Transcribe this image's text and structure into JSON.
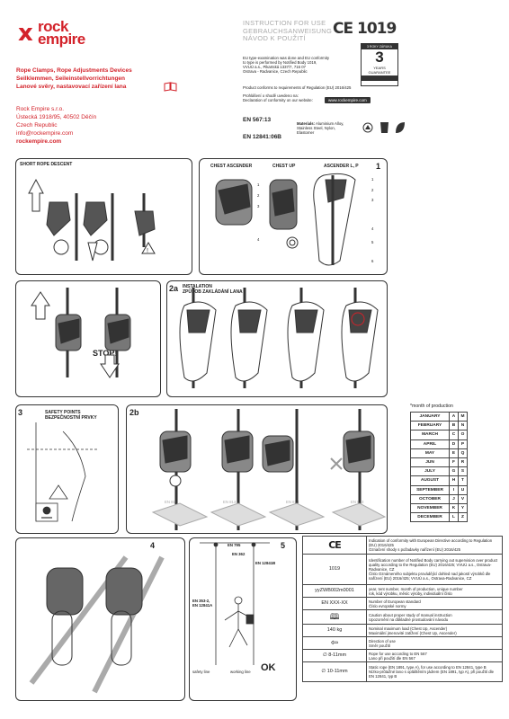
{
  "brand": {
    "logo_text_1": "rock",
    "logo_text_2": "empire",
    "logo_symbol": "x"
  },
  "header": {
    "product_line_en": "Rope Clamps, Rope Adjustments Devices",
    "product_line_de": "Seilklemmen, Seileinstellvorrichtungen",
    "product_line_cz": "Lanové svěry, nastavovací zařízení lana",
    "company": [
      "Rock Empire s.r.o.",
      "Ústecká 1918/95, 40502 Děčín",
      "Czech Republic",
      "info@rockempire.com",
      "rockempire.com"
    ]
  },
  "instructions": {
    "titles": [
      "INSTRUCTION FOR USE",
      "GEBRAUCHSANWEISUNG",
      "NÁVOD K POUŽITÍ"
    ],
    "ce_mark": "CE 1019",
    "guarantee": {
      "top": "3 ROKY ZÁRUKA",
      "number": "3",
      "years": "YEARS",
      "label": "GUARANTEE"
    },
    "eu_text": [
      "EU type-examination was done and EU conformity",
      "to type is performed by Notified Body 1019,",
      "VVUÚ a.s., Pikartská 1337/7, 716 07",
      "Ostrava - Radvanice, Czech Republic"
    ],
    "regulation": "Product conforms to requirements of Regulation (EU) 2016/425",
    "declaration": [
      "Prohlášení o shodě uvedeno na:",
      "Declaration of conformity on our website:"
    ],
    "website": "www.rockempire.com",
    "standards": [
      "EN 567:13",
      "EN 12841:06B"
    ],
    "materials_label": "Materials:",
    "materials": [
      "Aluminium Alloy,",
      "Stainless Steel, Nylon,",
      "Elastomer"
    ]
  },
  "panels": {
    "p_short": {
      "title": "SHORT ROPE DESCENT"
    },
    "p1": {
      "num": "1",
      "labels": [
        "CHEST ASCENDER",
        "CHEST UP",
        "ASCENDER L, P"
      ],
      "callouts": [
        "1",
        "2",
        "3",
        "4",
        "1",
        "2",
        "3",
        "4",
        "5",
        "6"
      ]
    },
    "p_stop": {
      "label": "STOP!"
    },
    "p2a": {
      "num": "2a",
      "title": [
        "INSTALATION",
        "ZPŮSOB ZAKLÁDÁNÍ LANA"
      ]
    },
    "p3": {
      "num": "3",
      "title": [
        "SAFETY POINTS",
        "BEZPEČNOSTNÍ PRVKY"
      ]
    },
    "p2b": {
      "num": "2b",
      "en813": [
        "EN 813",
        "EN 813",
        "EN 813",
        "EN 813"
      ]
    },
    "p4": {
      "num": "4"
    },
    "p5": {
      "num": "5",
      "labels": [
        "EN 795",
        "EN 362",
        "EN 12841B",
        "EN 353-2, EN 12841A"
      ],
      "safety_line": "safety line",
      "working_line": "working line",
      "ok": "OK"
    }
  },
  "month_table": {
    "title": "*month of production",
    "rows": [
      [
        "JANUARY",
        "A",
        "M"
      ],
      [
        "FEBRUARY",
        "B",
        "N"
      ],
      [
        "MARCH",
        "C",
        "O"
      ],
      [
        "APRIL",
        "D",
        "P"
      ],
      [
        "MAY",
        "E",
        "Q"
      ],
      [
        "JUN",
        "F",
        "R"
      ],
      [
        "JULY",
        "G",
        "S"
      ],
      [
        "AUGUST",
        "H",
        "T"
      ],
      [
        "SEPTEMBER",
        "I",
        "U"
      ],
      [
        "OCTOBER",
        "J",
        "V"
      ],
      [
        "NOVEMBER",
        "K",
        "Y"
      ],
      [
        "DECEMBER",
        "L",
        "Z"
      ]
    ]
  },
  "symbol_table": [
    {
      "symbol": "CE",
      "lines": [
        "Indication of conformity with European Directive according to Regulation (EU) 2016/425",
        "Označení shody s požadavky nařízení (EU) 2016/425"
      ]
    },
    {
      "symbol": "1019",
      "lines": [
        "Identification number of Notified Body carrying out supervision over product quality according to the Regulation (EU) 2016/425; VVUÚ a.s., Ostrava-Radvanice, CZ",
        "Číslo Oznámeného subjektu provádějící dohled nad jakostí výrobků dle nařízení (EU) 2016/425; VVUÚ a.s., Ostrava-Radvanice, CZ"
      ]
    },
    {
      "symbol": "yyZWB002m0001",
      "lines": [
        "year, tent number, month of production, unique number",
        "rok, kód výrobku, měsíc výroby, individuální číslo"
      ]
    },
    {
      "symbol": "EN XXX-XX",
      "lines": [
        "Number of European standard",
        "Číslo evropské normy"
      ]
    },
    {
      "symbol": "book-icon",
      "lines": [
        "Caution about proper study of manual instruction",
        "Upozornění na důkladné prostudování návodu"
      ]
    },
    {
      "symbol": "140 kg",
      "lines": [
        "Nominal maximum load (Chest Up, Ascender)",
        "Maximální jmenovité zatížení (Chest Up, Ascender)"
      ]
    },
    {
      "symbol": "arrow-icon",
      "lines": [
        "Direction of use",
        "Směr použití"
      ]
    },
    {
      "symbol": "8-11mm",
      "lines": [
        "Rope for use according to EN 567",
        "Lano při použití dle EN 567"
      ]
    },
    {
      "symbol": "10-11mm",
      "lines": [
        "Static rope (EN 1891, type A), for use according to EN 12841, type B",
        "Nízko-průtažné lano s opláštěním jádrem (EN 1891, typ A), při použití dle EN 12841, typ B"
      ]
    }
  ]
}
